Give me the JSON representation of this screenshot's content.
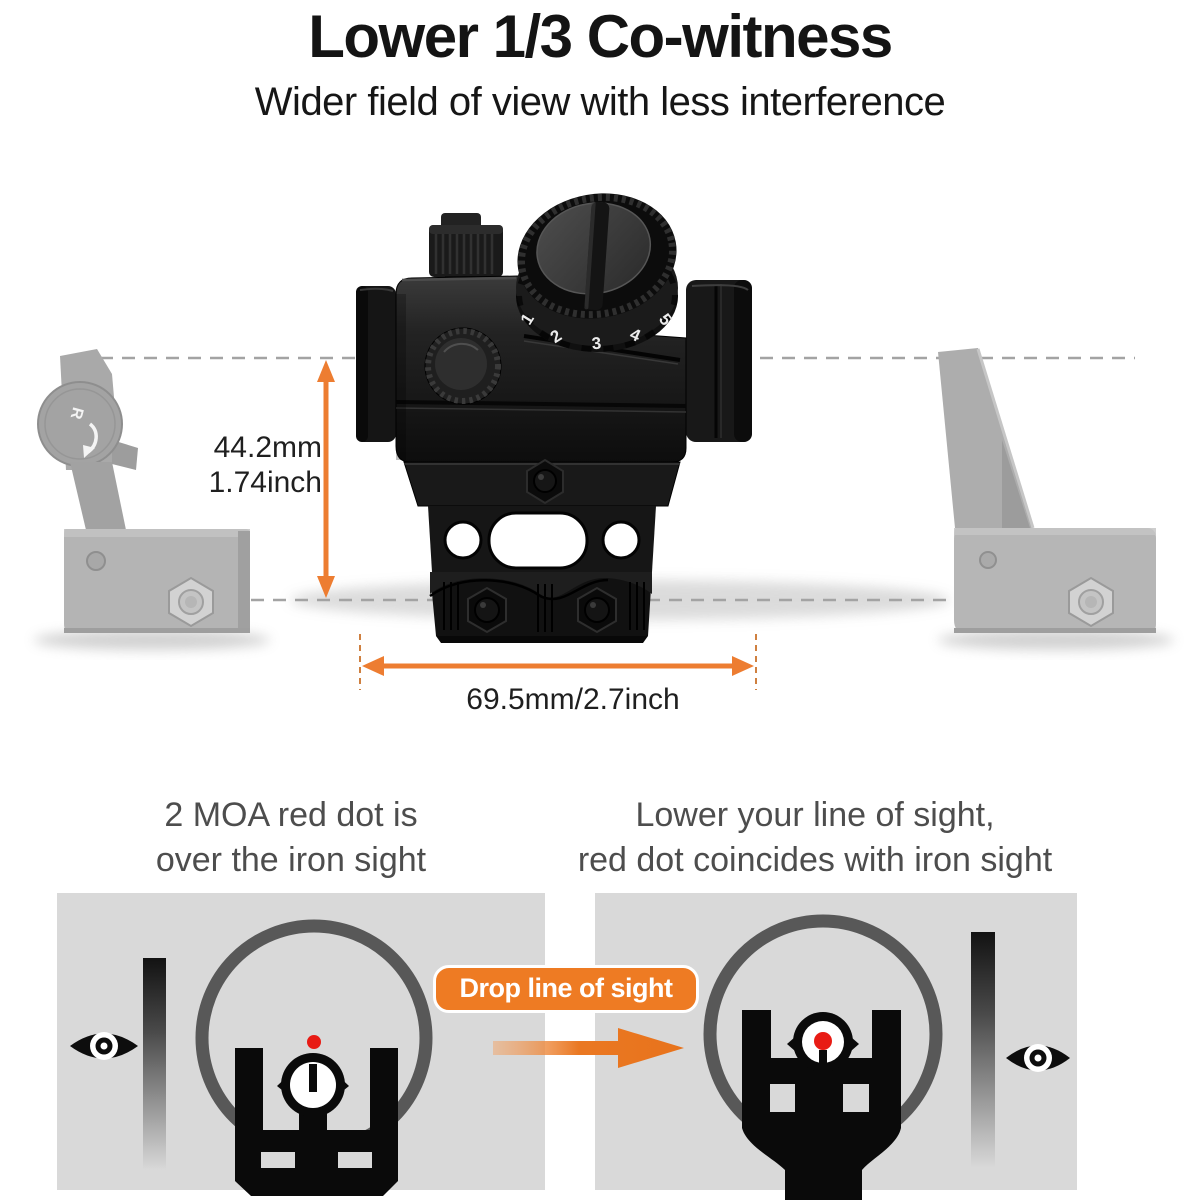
{
  "header": {
    "title": "Lower 1/3 Co-witness",
    "subtitle": "Wider field of view with less interference"
  },
  "diagram": {
    "height_label_mm": "44.2mm",
    "height_label_inch": "1.74inch",
    "width_label": "69.5mm/2.7inch",
    "turret_numbers": [
      "1",
      "2",
      "3",
      "4",
      "5"
    ],
    "rear_sight_marking": "R",
    "colors": {
      "accent_orange": "#ED7D31",
      "sight_black": "#141414",
      "iron_sight_gray": "#b4b4b4",
      "dashed_line_gray": "#a3a3a3"
    }
  },
  "comparison": {
    "left_caption": [
      "2 MOA red dot is",
      "over the iron sight"
    ],
    "right_caption": [
      "Lower your line of sight,",
      "red dot coincides with iron sight"
    ],
    "drop_label": "Drop line of sight",
    "colors": {
      "panel_bg": "#d9d9d9",
      "window_ring_gray": "#585858",
      "silhouette_black": "#0a0a0a",
      "red_dot": "#e81b14",
      "arrow_orange": "#ED7D31"
    }
  }
}
